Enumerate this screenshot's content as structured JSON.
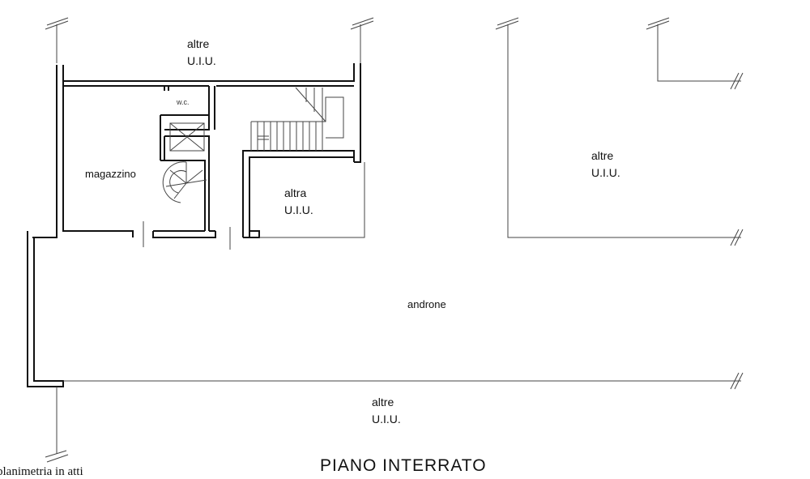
{
  "labels": {
    "top_altre": [
      "altre",
      "U.I.U."
    ],
    "right_altre": [
      "altre",
      "U.I.U."
    ],
    "altra": [
      "altra",
      "U.I.U."
    ],
    "bottom_altre": [
      "altre",
      "U.I.U."
    ],
    "magazzino": "magazzino",
    "wc": "w.c.",
    "androne": "androne"
  },
  "title": "PIANO  INTERRATO",
  "note": "planimetria in atti"
}
